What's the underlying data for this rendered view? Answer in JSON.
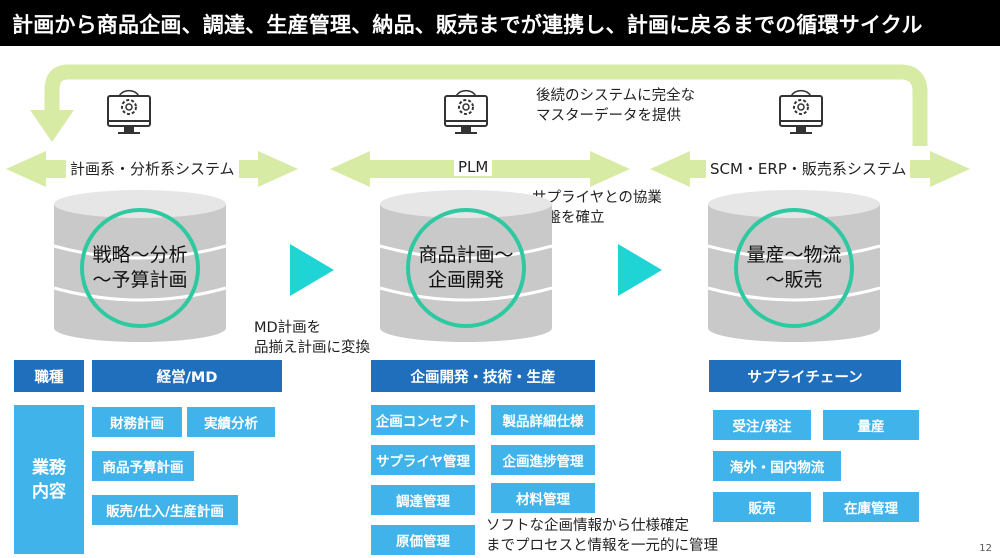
{
  "title": "計画から商品企画、調達、生産管理、納品、販売までが連携し、計画に戻るまでの循環サイクル",
  "systems": [
    "計画系・分析系システム",
    "PLM",
    "SCM・ERP・販売系システム"
  ],
  "notes": {
    "master_data": [
      "後続のシステムに完全な",
      "マスターデータを提供"
    ],
    "supplier": [
      "サプライヤとの協業",
      "基盤を確立"
    ],
    "md": [
      "MD計画を",
      "品揃え計画に変換"
    ],
    "soft": [
      "ソフトな企画情報から仕様確定",
      "までプロセスと情報を一元的に管理"
    ]
  },
  "cylinders": [
    [
      "戦略〜分析",
      "〜予算計画"
    ],
    [
      "商品計画〜",
      "企画開発"
    ],
    [
      "量産〜物流",
      "〜販売"
    ]
  ],
  "row_labels": {
    "job_type": "職種",
    "tasks": [
      "業務",
      "内容"
    ]
  },
  "headers": [
    "経営/MD",
    "企画開発・技術・生産",
    "サプライチェーン"
  ],
  "tasks_md": [
    "財務計画",
    "実績分析",
    "商品予算計画",
    "販売/仕入/生産計画"
  ],
  "tasks_plm": [
    "企画コンセプト",
    "製品詳細仕様",
    "サプライヤ管理",
    "企画進捗管理",
    "調達管理",
    "材料管理",
    "原価管理"
  ],
  "tasks_scm": [
    "受注/発注",
    "量産",
    "海外・国内物流",
    "販売",
    "在庫管理"
  ],
  "icons": [
    "monitor-gear-icon",
    "monitor-gear-icon",
    "monitor-gear-icon"
  ],
  "colors": {
    "loop": "#d8eba5",
    "header": "#1f6fbd",
    "task": "#3fb3ea",
    "teal_arrow": "#1fd4d4",
    "ring": "#2ec9a0"
  },
  "page_number": "12"
}
